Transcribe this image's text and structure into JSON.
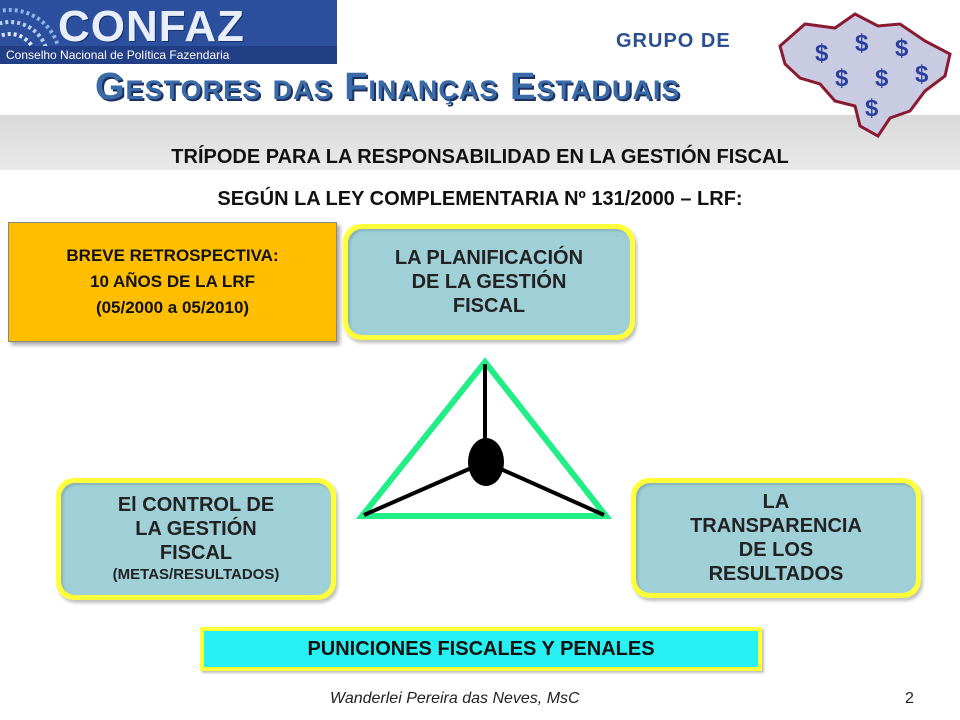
{
  "header": {
    "logo_word": "CONFAZ",
    "logo_subtitle": "Conselho Nacional de Política Fazendaria",
    "group_label": "GRUPO DE",
    "group_title": "Gestores das Finanças Estaduais",
    "map_symbols": [
      "$",
      "$",
      "$",
      "$",
      "$",
      "$",
      "$"
    ]
  },
  "titles": {
    "line1": "TRÍPODE PARA LA RESPONSABILIDAD EN LA GESTIÓN FISCAL",
    "line2": "SEGÚN LA LEY COMPLEMENTARIA Nº 131/2000 – LRF:"
  },
  "retrospective": {
    "line1": "BREVE RETROSPECTIVA:",
    "line2": "10 AÑOS DE LA LRF",
    "line3": "(05/2000 a 05/2010)"
  },
  "nodes": {
    "planning": [
      "LA PLANIFICACIÓN",
      "DE LA GESTIÓN",
      "FISCAL"
    ],
    "control": [
      "El CONTROL DE",
      "LA GESTIÓN",
      "FISCAL"
    ],
    "control_sub": "(METAS/RESULTADOS)",
    "transparency": [
      "LA",
      "TRANSPARENCIA",
      "DE LOS",
      "RESULTADOS"
    ]
  },
  "punishments": "PUNICIONES FISCALES Y PENALES",
  "footer": {
    "author": "Wanderlei Pereira das Neves, MsC",
    "page": "2"
  },
  "colors": {
    "node_border": "#ffff3a",
    "node_fill": "#9fd0d8",
    "retro_fill": "#ffbf00",
    "triangle_stroke": "#22ee88",
    "punish_fill": "#27f0f2"
  }
}
